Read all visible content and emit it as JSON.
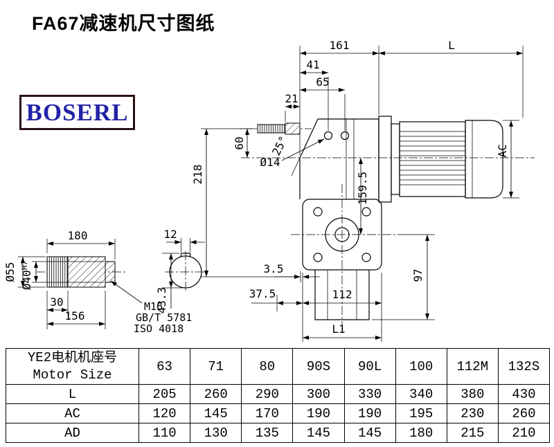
{
  "page": {
    "title": "FA67减速机尺寸图纸",
    "logo_text": "BOSERL"
  },
  "main_view": {
    "dim_161": "161",
    "dim_L": "L",
    "dim_41": "41",
    "dim_65": "65",
    "dim_21": "21",
    "dim_60": "60",
    "dim_218": "218",
    "dim_hole": "Ø14",
    "dim_angle": "25°",
    "dim_159_5": "159.5",
    "dim_AC": "AC",
    "dim_97": "97",
    "dim_3_5": "3.5",
    "dim_37_5": "37.5",
    "dim_112": "112",
    "dim_L1": "L1"
  },
  "shaft_view": {
    "dim_180": "180",
    "dim_12": "12",
    "dim_dia55": "Ø55",
    "dim_dia40": "Ø40",
    "dim_dia40_tol": "H7",
    "dim_30": "30",
    "dim_156": "156",
    "thread_label": "M16",
    "standard_gb": "GB/T 5781",
    "standard_iso": "ISO 4018",
    "dim_43_3": "43.3"
  },
  "table": {
    "header_cn": "YE2电机机座号",
    "header_en": "Motor Size",
    "motor_sizes": [
      "63",
      "71",
      "80",
      "90S",
      "90L",
      "100",
      "112M",
      "132S"
    ],
    "rows": [
      {
        "label": "L",
        "values": [
          "205",
          "260",
          "290",
          "300",
          "330",
          "340",
          "380",
          "430"
        ]
      },
      {
        "label": "AC",
        "values": [
          "120",
          "145",
          "170",
          "190",
          "190",
          "195",
          "230",
          "260"
        ]
      },
      {
        "label": "AD",
        "values": [
          "110",
          "130",
          "135",
          "145",
          "145",
          "180",
          "215",
          "210"
        ]
      }
    ]
  }
}
